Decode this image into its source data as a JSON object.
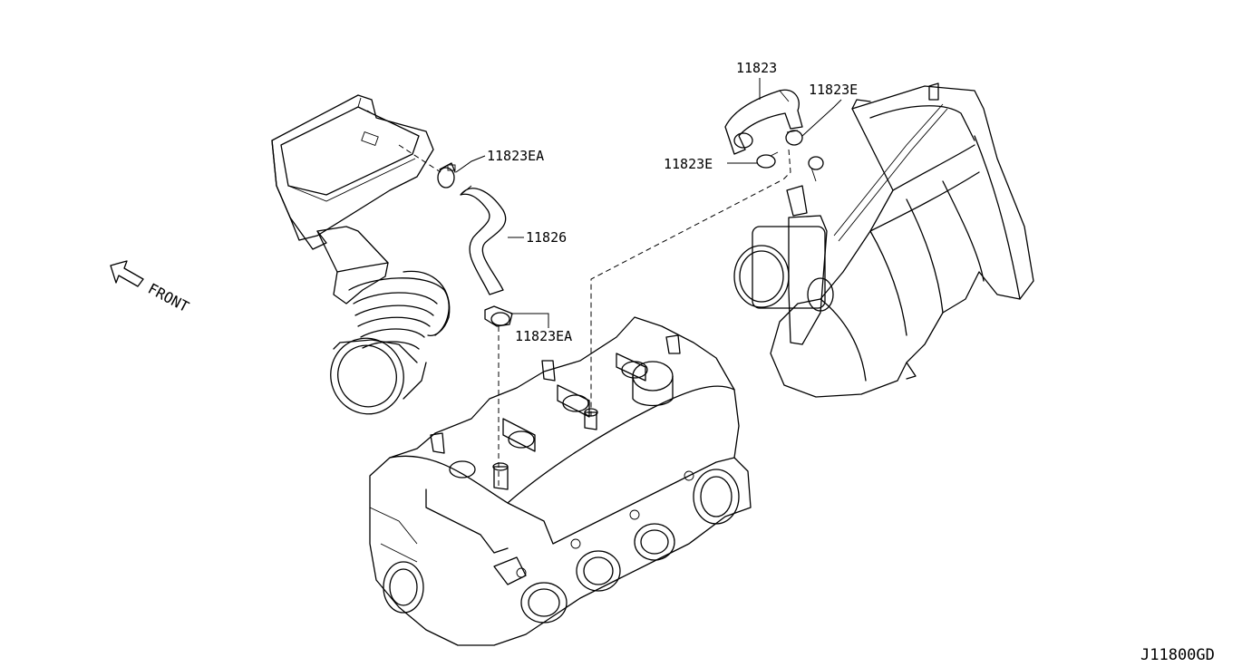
{
  "callouts": {
    "clamp_upper": "11823EA",
    "hose_center": "11826",
    "clamp_lower": "11823EA",
    "hose_right": "11823",
    "clamp_right_upper": "11823E",
    "clamp_right_lower": "11823E"
  },
  "front_label": "FRONT",
  "diagram_code": "J11800GD"
}
